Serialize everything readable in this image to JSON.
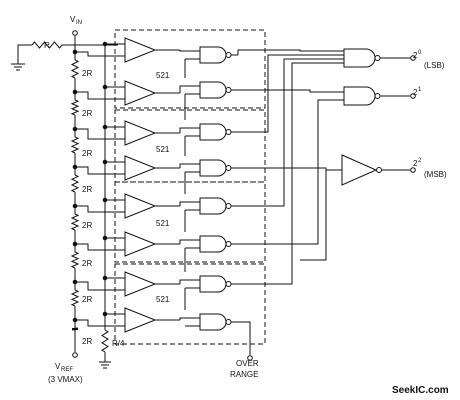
{
  "diagram": {
    "labels": {
      "vin": "V",
      "vin_sub": "IN",
      "r": "R",
      "r_2r": "2R",
      "r_quarter": "R/4",
      "ic": "521",
      "out0": "2",
      "out0_sup": "0",
      "out0_tag": "(LSB)",
      "out1": "2",
      "out1_sup": "1",
      "out2": "2",
      "out2_sup": "2",
      "out2_tag": "(MSB)",
      "vref": "V",
      "vref_sub": "REF",
      "vref_note": "(3 VMAX)",
      "over": "OVER",
      "range": "RANGE",
      "watermark": "SeekIC.com"
    },
    "colors": {
      "ink": "#111111",
      "background": "#ffffff"
    }
  }
}
